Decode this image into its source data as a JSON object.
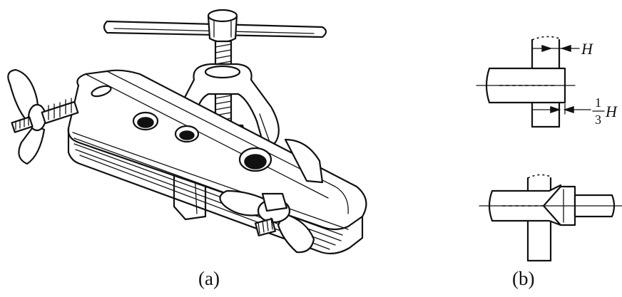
{
  "captions": {
    "a": "(a)",
    "b": "(b)"
  },
  "dimensions": {
    "h_label": "H",
    "third_numerator": "1",
    "third_denominator": "3",
    "third_symbol": "H"
  },
  "colors": {
    "ink": "#111111",
    "background": "#ffffff"
  }
}
